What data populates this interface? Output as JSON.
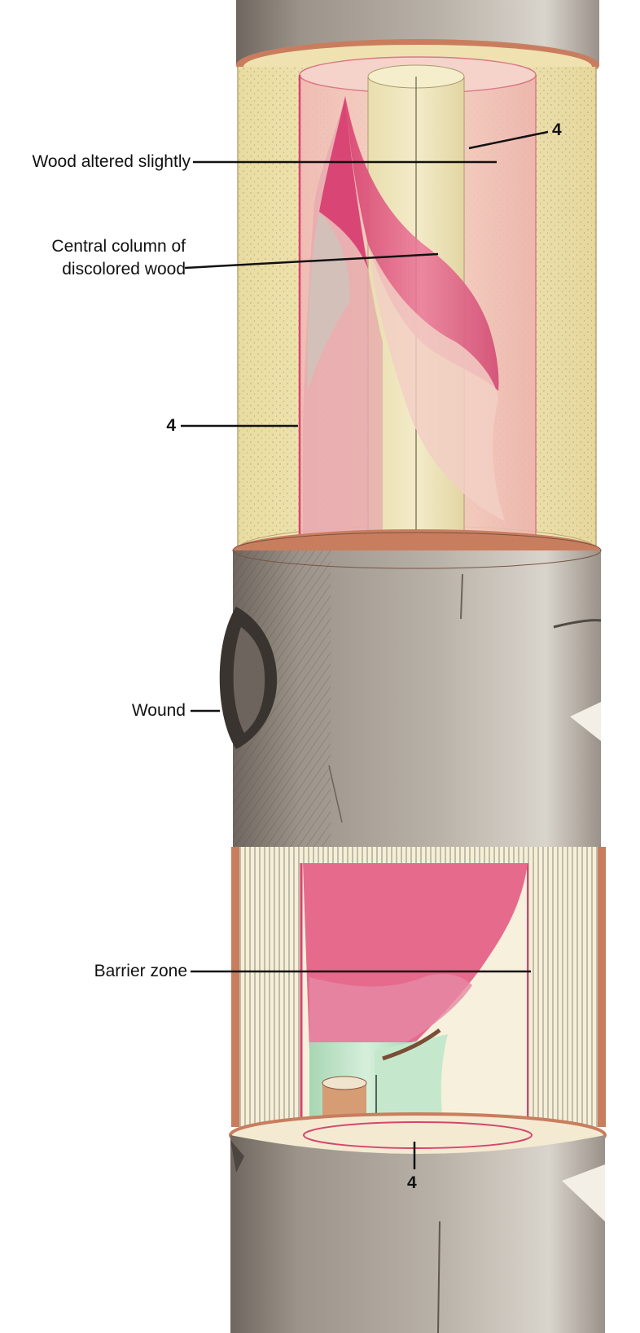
{
  "labels": {
    "wood_altered": "Wood altered slightly",
    "central_column_line1": "Central column of",
    "central_column_line2": "discolored wood",
    "four_top_right": "4",
    "four_left": "4",
    "wound": "Wound",
    "barrier_zone": "Barrier zone",
    "four_bottom": "4"
  },
  "colors": {
    "bark": "#a59d92",
    "bark_dark": "#6f675f",
    "bark_rim": "#c97d5f",
    "sapwood": "#f1e7b8",
    "discolored": "#e05a86",
    "pale_pink": "#efc2c0",
    "green": "#bfe3c8",
    "leader": "#111111"
  }
}
